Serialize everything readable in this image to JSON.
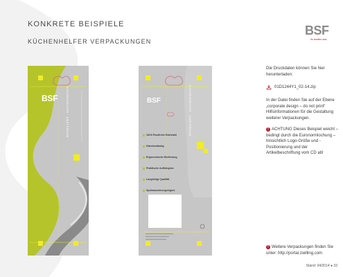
{
  "header": {
    "title": "KONKRETE BEISPIELE",
    "subtitle": "KÜCHENHELFER VERPACKUNGEN"
  },
  "logo": {
    "mark": "BSF",
    "tagline": "ihr zweites auto"
  },
  "packaging": {
    "front": {
      "brand": "BSF",
      "vertical_text": "KÜCHENHELFER · AMSTERDAM"
    },
    "back": {
      "brand": "BSF",
      "vertical_text": "KÜCHENHELFER · AMSTERDAM",
      "features": [
        "18/10 Rostfreier Edelstahl",
        "Hitzebeständig",
        "Ergonomische Bedienung",
        "Praktische Aufhängöse",
        "Langlebige Qualität",
        "Spülmaschinengeeignet"
      ]
    }
  },
  "sidebar": {
    "intro": "Die Druckdaten können Sie hier herunterladen:",
    "file_name": "01D1244Y1_02-14.zip",
    "info": "In der Datei finden Sie auf der Ebene „corporate design – do not print“ Hilfsinformationen für die Gestaltung weiterer Verpackungen.",
    "warning": "ACHTUNG Dieses Beispiel weicht – bedingt durch die Euronormlochung – hinsichtlich Logo-Größe und -Positionierung und der Artikelbeschriftung vom CD ab!",
    "more": "Weitere Verpackungen finden Sie unter: http://portal.zwilling.com"
  },
  "footer": {
    "text": "Stand: 04/2014  ●  33"
  },
  "colors": {
    "lime": "#b5c42a",
    "yellow": "#f3ec1f",
    "grey_card": "#c6c6c6",
    "accent_red": "#b0182a"
  }
}
